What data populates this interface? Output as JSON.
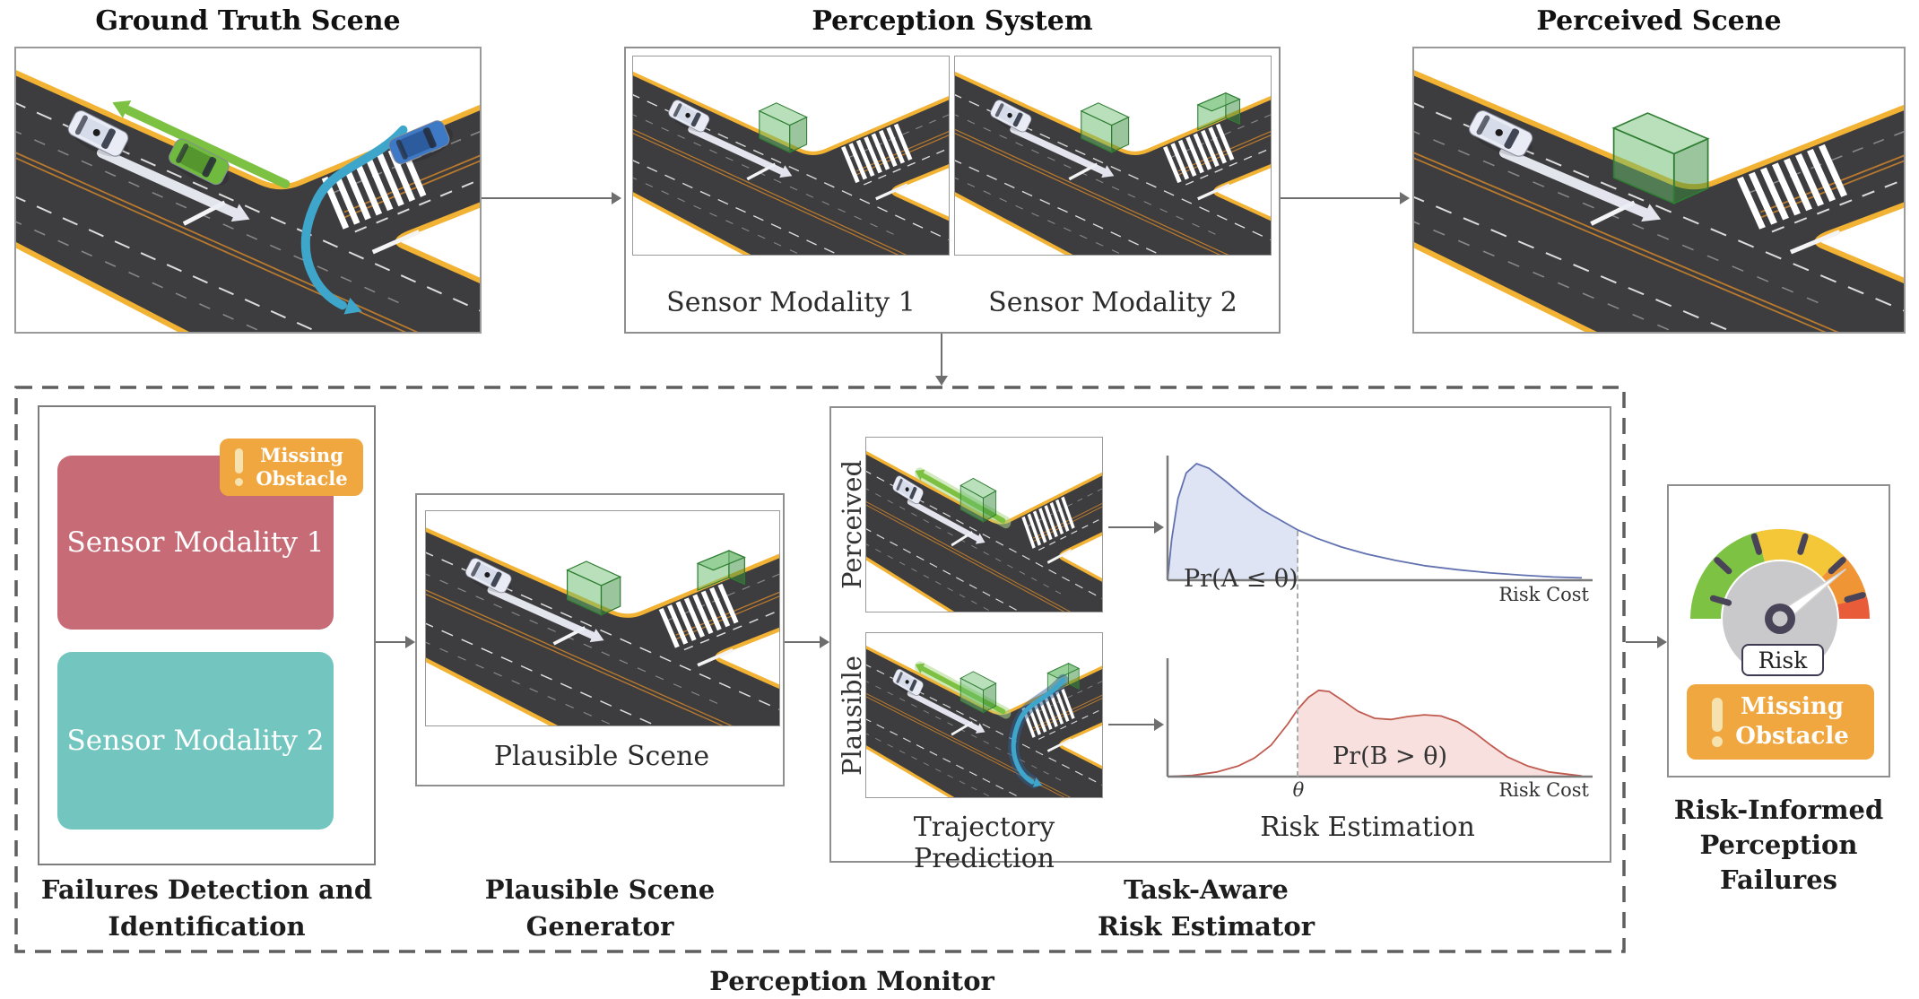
{
  "titles": {
    "ground_truth": "Ground Truth Scene",
    "perception_system": "Perception System",
    "perceived_scene": "Perceived Scene"
  },
  "perception_system": {
    "modality1_label": "Sensor Modality 1",
    "modality2_label": "Sensor Modality 2"
  },
  "monitor": {
    "label": "Perception Monitor",
    "failures": {
      "modality1": "Sensor Modality 1",
      "modality2": "Sensor Modality 2",
      "badge_line1": "Missing",
      "badge_line2": "Obstacle",
      "caption_line1": "Failures Detection and",
      "caption_line2": "Identification"
    },
    "generator": {
      "scene_label": "Plausible Scene",
      "caption_line1": "Plausible Scene",
      "caption_line2": "Generator"
    },
    "risk_estimator": {
      "perceived_label": "Perceived",
      "plausible_label": "Plausible",
      "trajectory_caption": "Trajectory Prediction",
      "risk_caption": "Risk Estimation",
      "caption_line1": "Task-Aware",
      "caption_line2": "Risk Estimator"
    }
  },
  "output": {
    "gauge_label": "Risk",
    "badge_line1": "Missing",
    "badge_line2": "Obstacle",
    "caption_line1": "Risk-Informed",
    "caption_line2": "Perception",
    "caption_line3": "Failures"
  },
  "colors": {
    "modality1_card": "#C76C77",
    "modality2_card": "#72C6BF",
    "badge_orange": "#F0A73F",
    "badge_glyph": "#F6E2AF",
    "arrow_gray": "#6E6E6E",
    "road_asphalt": "#3D3C3E",
    "road_edge_yellow": "#F2B233",
    "obstacle_green": "#4CAF50",
    "trajectory_blue": "#3FA6CB",
    "gauge_green": "#7DC242",
    "gauge_yellow": "#F3C737",
    "gauge_orange": "#EF9535",
    "gauge_red": "#E85C3A",
    "gauge_hub": "#4A4458",
    "gauge_dial_gray": "#C9C9CB"
  },
  "chart_data": [
    {
      "type": "area",
      "title": "Perceived trajectory risk distribution",
      "xlabel": "Risk Cost",
      "annotation": "Pr(A ≤ θ)",
      "threshold_label": "θ",
      "threshold_x": 0.315,
      "shaded_region": "x <= threshold",
      "line_color": "#6272B0",
      "fill_color": "#DEE4F3",
      "x": [
        0,
        0.01,
        0.025,
        0.045,
        0.07,
        0.1,
        0.14,
        0.18,
        0.23,
        0.28,
        0.315,
        0.36,
        0.42,
        0.48,
        0.55,
        0.62,
        0.7,
        0.78,
        0.86,
        0.93,
        1.0
      ],
      "density": [
        0,
        0.35,
        0.7,
        0.92,
        1.0,
        0.96,
        0.85,
        0.73,
        0.6,
        0.5,
        0.43,
        0.36,
        0.285,
        0.225,
        0.17,
        0.125,
        0.09,
        0.062,
        0.042,
        0.028,
        0.02
      ]
    },
    {
      "type": "area",
      "title": "Plausible trajectory risk distribution",
      "xlabel": "Risk Cost",
      "annotation": "Pr(B > θ)",
      "threshold_label": "θ",
      "threshold_x": 0.315,
      "shaded_region": "x > threshold",
      "line_color": "#C05B50",
      "fill_color": "#F7E0DE",
      "x": [
        0,
        0.06,
        0.12,
        0.17,
        0.21,
        0.25,
        0.29,
        0.315,
        0.34,
        0.365,
        0.39,
        0.42,
        0.46,
        0.5,
        0.54,
        0.58,
        0.62,
        0.66,
        0.7,
        0.74,
        0.78,
        0.82,
        0.87,
        0.92,
        1.0
      ],
      "density": [
        0,
        0.01,
        0.04,
        0.09,
        0.16,
        0.27,
        0.45,
        0.58,
        0.68,
        0.74,
        0.73,
        0.66,
        0.56,
        0.5,
        0.49,
        0.515,
        0.53,
        0.52,
        0.47,
        0.38,
        0.27,
        0.17,
        0.09,
        0.04,
        0.005
      ]
    }
  ],
  "scenes": {
    "ground_truth": {
      "white_car": true,
      "green_car": true,
      "blue_car": true,
      "white_arrow": true,
      "green_arrow": true,
      "blue_path": true
    },
    "modality1": {
      "white_car": true,
      "white_arrow": true,
      "box_main": true
    },
    "modality2": {
      "white_car": true,
      "white_arrow": true,
      "box_main": true,
      "box_side": true
    },
    "perceived": {
      "white_car": true,
      "white_arrow": true,
      "box_big": true
    },
    "plausible": {
      "white_car": true,
      "white_arrow": true,
      "box_main": true,
      "box_side": true
    },
    "task_perceived": {
      "white_car": true,
      "white_arrow": true,
      "green_arrow": true,
      "green_halo": true,
      "box_main": true
    },
    "task_plausible": {
      "white_car": true,
      "white_arrow": true,
      "green_arrow": true,
      "green_halo": true,
      "box_main": true,
      "box_side": true,
      "blue_path": true,
      "blue_halo": true
    }
  }
}
